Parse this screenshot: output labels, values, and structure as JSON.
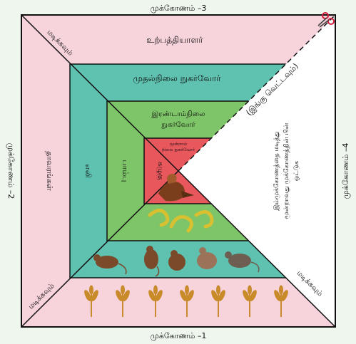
{
  "outer_labels": {
    "top": "முக்கோணம் –3",
    "bottom": "முக்கோணம் –1",
    "left": "முக்கோணம் –2",
    "right": "முக்கோணம் –4"
  },
  "fold_labels": {
    "top_left": "மடிக்கவும்",
    "bottom_left": "மடிக்கவும்",
    "bottom_right": "மடிக்கவும்"
  },
  "cut_label": "(இங்கு வெட்டவும்)",
  "instruction": {
    "line1": "இம்முக்கோணத்தை மடித்து",
    "line2": "மூன்றாவது முக்கோணத்தின் பின்",
    "line3": "ஒட்டுக"
  },
  "levels": {
    "producers": "உற்பத்தியாளர்",
    "primary": "முதல்நிலை நுகர்வோர்",
    "secondary_line1": "இரண்டாம்நிலை",
    "secondary_line2": "நுகர்வோர்",
    "tertiary_line1": "மூன்றாம்",
    "tertiary_line2": "நிலை நுகர்வோர்"
  },
  "side_labels": {
    "plants": "தாவரங்கள்",
    "rat": "எலி",
    "snake": "பாம்பு",
    "eagle": "கழுகு"
  },
  "icons": [
    "scissors-icon",
    "wheat-icon",
    "rat-icon",
    "snake-icon",
    "eagle-icon"
  ],
  "colors": {
    "pink": "#f7d3dc",
    "teal": "#5fc1b0",
    "green": "#7ec468",
    "red": "#e8575c",
    "border": "#111111"
  }
}
